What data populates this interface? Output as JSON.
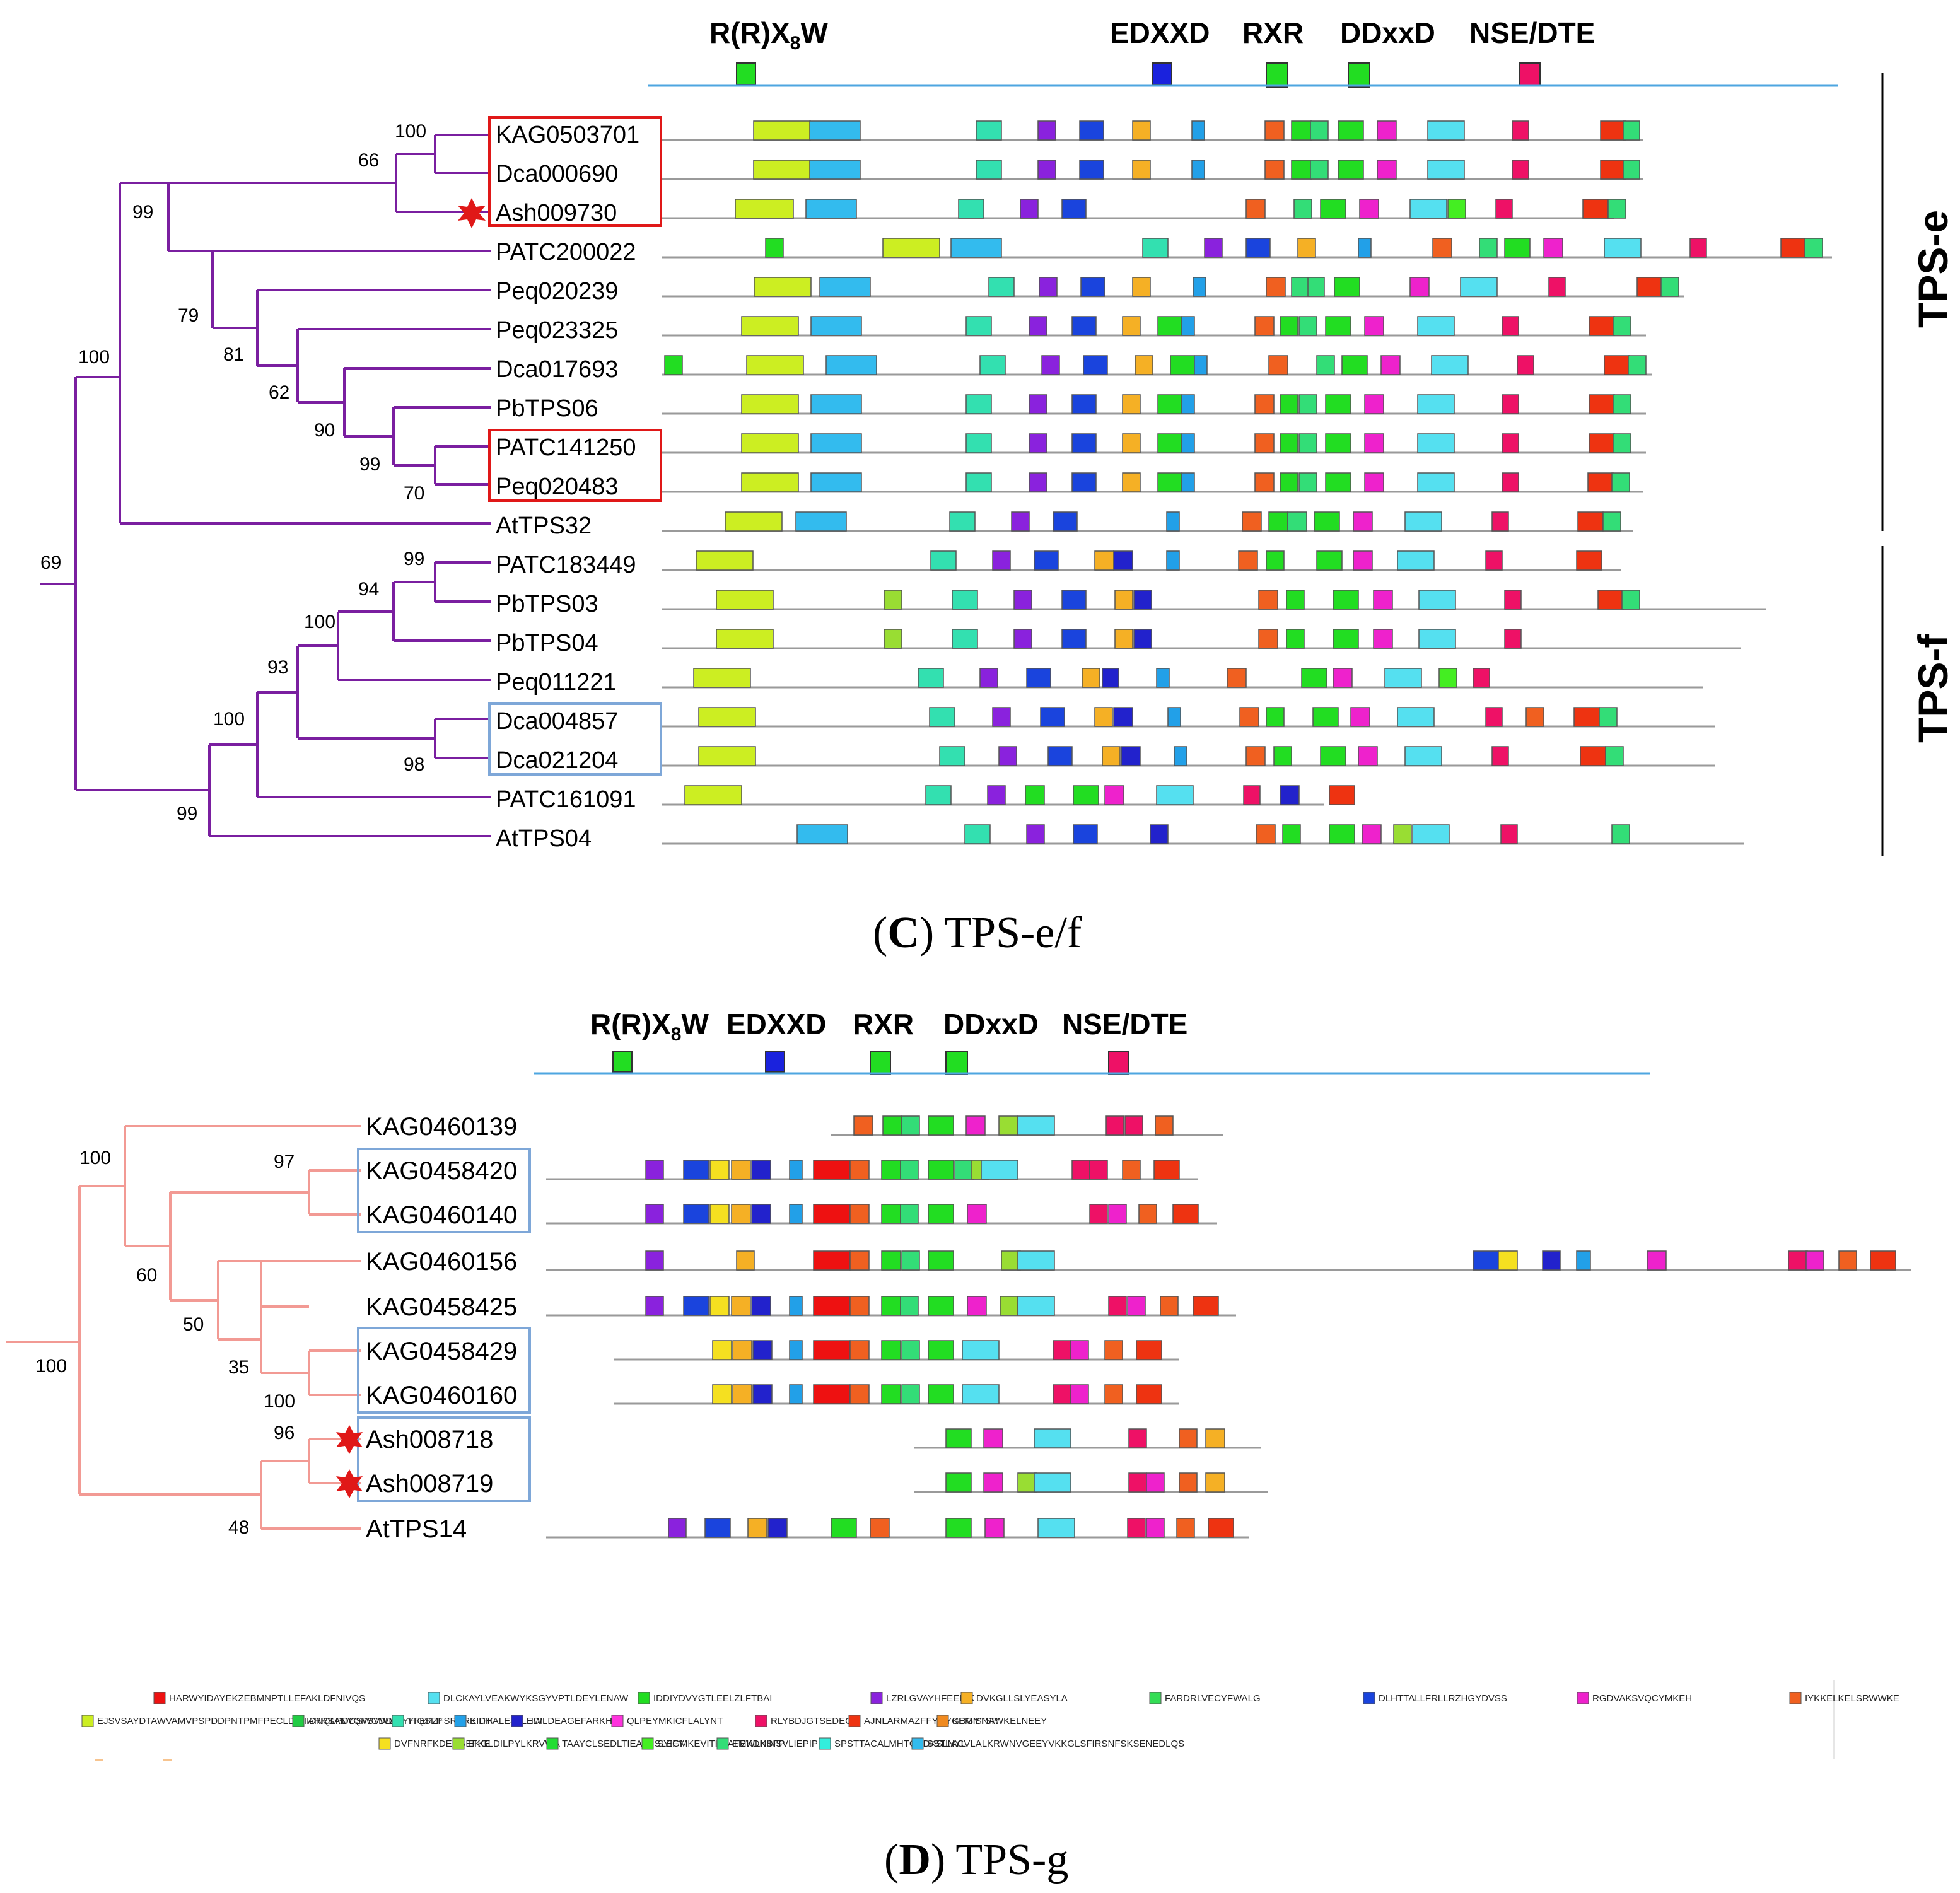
{
  "colors": {
    "treeC": "#7a1fa0",
    "treeD": "#f29a94",
    "redBox": "#e01818",
    "blueBox": "#7ea7d8",
    "axis": "#4da6e0",
    "line": "#9a9a9a",
    "star": "#e01818"
  },
  "panelC": {
    "caption_letter": "C",
    "caption_text": " TPS-e/f",
    "motif_headers": [
      {
        "label_main": "R(R)X",
        "label_sub": "8",
        "label_end": "W",
        "color": "#22dd22"
      },
      {
        "label_main": "EDXXD",
        "color": "#1a22dd"
      },
      {
        "label_main": "RXR",
        "color": "#22dd22"
      },
      {
        "label_main": "DDxxD",
        "color": "#22dd22"
      },
      {
        "label_main": "NSE/DTE",
        "color": "#ee1166"
      }
    ],
    "subfamilies": [
      "TPS-e",
      "TPS-f"
    ],
    "leaves": [
      "KAG0503701",
      "Dca000690",
      "Ash009730",
      "PATC200022",
      "Peq020239",
      "Peq023325",
      "Dca017693",
      "PbTPS06",
      "PATC141250",
      "Peq020483",
      "AtTPS32",
      "PATC183449",
      "PbTPS03",
      "PbTPS04",
      "Peq011221",
      "Dca004857",
      "Dca021204",
      "PATC161091",
      "AtTPS04"
    ],
    "bootstrap": [
      "100",
      "66",
      "99",
      "79",
      "81",
      "62",
      "90",
      "99",
      "70",
      "100",
      "69",
      "99",
      "94",
      "100",
      "93",
      "100",
      "98",
      "99"
    ]
  },
  "panelD": {
    "caption_letter": "D",
    "caption_text": " TPS-g",
    "motif_headers": [
      {
        "label_main": "R(R)X",
        "label_sub": "8",
        "label_end": "W",
        "color": "#22dd22"
      },
      {
        "label_main": "EDXXD",
        "color": "#1a22dd"
      },
      {
        "label_main": "RXR",
        "color": "#22dd22"
      },
      {
        "label_main": "DDxxD",
        "color": "#22dd22"
      },
      {
        "label_main": "NSE/DTE",
        "color": "#ee1166"
      }
    ],
    "leaves": [
      "KAG0460139",
      "KAG0458420",
      "KAG0460140",
      "KAG0460156",
      "KAG0458425",
      "KAG0458429",
      "KAG0460160",
      "Ash008718",
      "Ash008719",
      "AtTPS14"
    ],
    "bootstrap": [
      "100",
      "97",
      "60",
      "50",
      "35",
      "100",
      "100",
      "96",
      "48"
    ]
  },
  "legend": [
    {
      "color": "#ee1111",
      "text": "HARWYIDAYEKZEBMNPTLLEFAKLDFNIVQS"
    },
    {
      "color": "#55e0f0",
      "text": "DLCKAYLVEAKWYKSGYVPTLDEYLENAW"
    },
    {
      "color": "#22dd22",
      "text": "IDDIYDVYGTLEELZLFTBAI"
    },
    {
      "color": "#8a22dd",
      "text": "LZRLGVAYHFEEEIK"
    },
    {
      "color": "#f5b025",
      "text": "DVKGLLSLYEASYLA"
    },
    {
      "color": "#33dd55",
      "text": "FARDRLVECYFWALG"
    },
    {
      "color": "#1a44dd",
      "text": "DLHTTALLFRLLRZHGYDVSS"
    },
    {
      "color": "#ee22cc",
      "text": "RGDVAKSVQCYMKEH"
    },
    {
      "color": "#f06020",
      "text": "IYKKELKELSRWWKE"
    },
    {
      "color": "#ccee22",
      "text": "EJSVSAYDTAWVAMVPSPDDPNTPMFPECLDWIIDNQLPDGSWGDDH"
    },
    {
      "color": "#22cc44",
      "text": "ARRSANYQPSVWDDYFIQSLP"
    },
    {
      "color": "#33e0b0",
      "text": "YFEPZFSRARKIITK"
    },
    {
      "color": "#22a0e8",
      "text": "EIDHALEJPLHW"
    },
    {
      "color": "#2222cc",
      "text": "EDILDEAGEFARKHL"
    },
    {
      "color": "#ff33dd",
      "text": "QLPEYMKICFLALYNT"
    },
    {
      "color": "#ee1166",
      "text": "RLYBDJGTSEDEQK"
    },
    {
      "color": "#ee3311",
      "text": "AJNLARMAZFFYQYGDGYTSP"
    },
    {
      "color": "#f08a20",
      "text": "KEMISNAWKELNEEY"
    },
    {
      "color": "#f5e020",
      "text": "DVFNRFKDEKGEFKE"
    },
    {
      "color": "#99dd33",
      "text": "EKGLDILPYLKRVWA"
    },
    {
      "color": "#22dd33",
      "text": "TAAYCLSEDLTIEALNSLEFY"
    },
    {
      "color": "#44ee22",
      "text": "SYIGMKEVITKEAFEWLKSFP"
    },
    {
      "color": "#33dd77",
      "text": "EMKDNINSVLIEPIP"
    },
    {
      "color": "#33eedd",
      "text": "SPSTTACALMHTGBDKSLNYL"
    },
    {
      "color": "#33bbee",
      "text": "SSTLACVLALKRWNVGEEYVKKGLSFIRSNFSKSENEDLQS"
    }
  ]
}
